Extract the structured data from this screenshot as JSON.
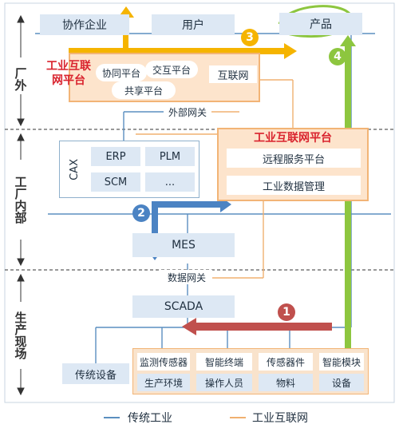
{
  "zones": [
    "厂外",
    "工厂内部",
    "生产现场"
  ],
  "top_boxes": {
    "partner": "协作企业",
    "user": "用户",
    "product": "产品"
  },
  "outer_platform": {
    "title_line1": "工业互联",
    "title_line2": "网平台",
    "cloud_a": "协同平台",
    "cloud_b": "交互平台",
    "cloud_c": "共享平台",
    "internet": "互联网"
  },
  "gateways": {
    "external": "外部网关",
    "data": "数据网关"
  },
  "factory_systems": [
    "CAX",
    "ERP",
    "PLM",
    "SCM",
    "..."
  ],
  "inner_platform": {
    "title": "工业互联网平台",
    "item1": "远程服务平台",
    "item2": "工业数据管理"
  },
  "mes": "MES",
  "scada": "SCADA",
  "field_devices": {
    "legacy": "传统设备",
    "tiles": [
      {
        "top": "监测传感器",
        "bottom": "生产环境"
      },
      {
        "top": "智能终端",
        "bottom": "操作人员"
      },
      {
        "top": "传感器件",
        "bottom": "物料"
      },
      {
        "top": "智能模块",
        "bottom": "设备"
      }
    ]
  },
  "steps": [
    "1",
    "2",
    "3",
    "4"
  ],
  "legend": {
    "traditional": "传统工业",
    "iip": "工业互联网"
  },
  "colors": {
    "blue_line": "#5b8fc0",
    "orange_line": "#f0b070",
    "red_arrow": "#c0504d",
    "blue_arrow": "#4b83c3",
    "yellow_arrow": "#f5b400",
    "green_arrow": "#8dc63f",
    "box_blue": "#dde8f4",
    "panel_orange": "#fde4cc",
    "title_red": "#d9232e"
  }
}
